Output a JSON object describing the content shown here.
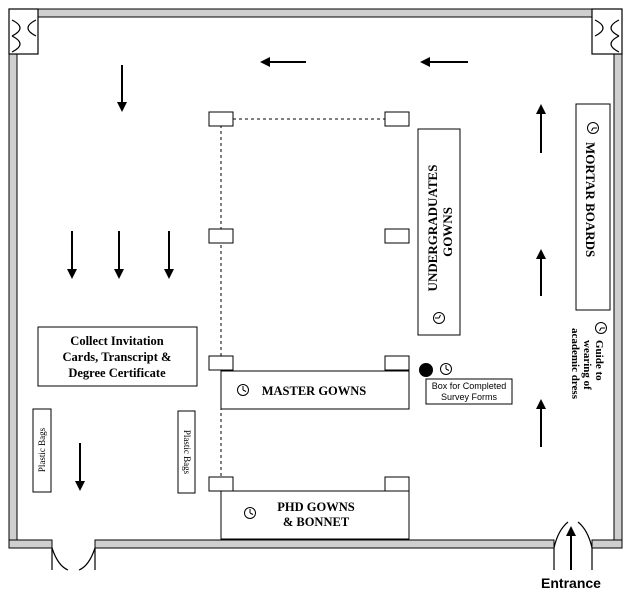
{
  "stations": {
    "collect": {
      "lines": [
        "Collect Invitation",
        "Cards, Transcript &",
        "Degree Certificate"
      ]
    },
    "undergraduates": {
      "lines": [
        "UNDERGRADUATES",
        "GOWNS"
      ]
    },
    "mortar_boards": {
      "label": "MORTAR   BOARDS"
    },
    "master_gowns": {
      "label": "MASTER GOWNS"
    },
    "phd_gowns": {
      "lines": [
        "PHD GOWNS",
        "& BONNET"
      ]
    },
    "survey_box": {
      "lines": [
        "Box for Completed",
        "Survey Forms"
      ]
    },
    "plastic_bags_left": {
      "label": "Plastic Bags"
    },
    "plastic_bags_right": {
      "label": "Plastic Bags"
    },
    "dress_guide": {
      "lines": [
        "Guide to",
        "wearing of",
        "academic dress"
      ]
    }
  },
  "entrance": {
    "label": "Entrance"
  }
}
